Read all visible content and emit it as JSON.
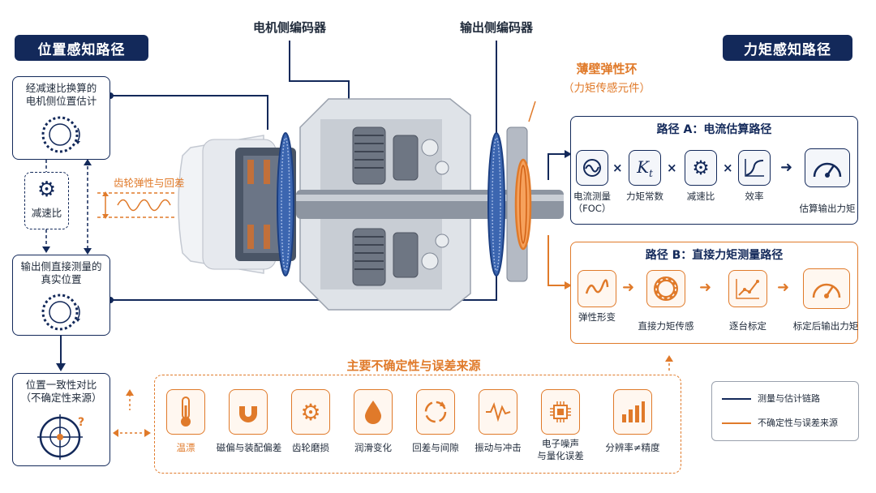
{
  "left": {
    "title": "位置感知路径",
    "box1": "经减速比换算的\n电机侧位置估计",
    "reducer": "减速比",
    "box2": "输出侧直接测量的\n真实位置",
    "box3": "位置一致性对比\n（不确定性来源）"
  },
  "top": {
    "motor_encoder": "电机侧编码器",
    "output_encoder": "输出侧编码器",
    "thin_ring": "薄壁弹性环",
    "thin_ring_sub": "（力矩传感元件）",
    "gear_backlash": "齿轮弹性与回差"
  },
  "right": {
    "title": "力矩感知路径",
    "pathA": {
      "title": "路径 A：电流估算路径",
      "items": [
        "电流测量\n（FOC）",
        "力矩常数",
        "减速比",
        "效率",
        "估算输出力矩"
      ],
      "kt": "K",
      "kt_sub": "t"
    },
    "pathB": {
      "title": "路径 B：直接力矩测量路径",
      "items": [
        "弹性形变",
        "直接力矩传感",
        "逐台标定",
        "标定后输出力矩"
      ]
    }
  },
  "bottom": {
    "title": "主要不确定性与误差来源",
    "items": [
      "温漂",
      "磁偏与装配偏差",
      "齿轮磨损",
      "润滑变化",
      "回差与间隙",
      "振动与冲击",
      "电子噪声\n与量化误差",
      "分辨率≠精度"
    ]
  },
  "legend": {
    "measure": "测量与估计链路",
    "uncert": "不确定性与误差来源"
  },
  "colors": {
    "navy": "#13295a",
    "orange": "#e07a2a"
  }
}
